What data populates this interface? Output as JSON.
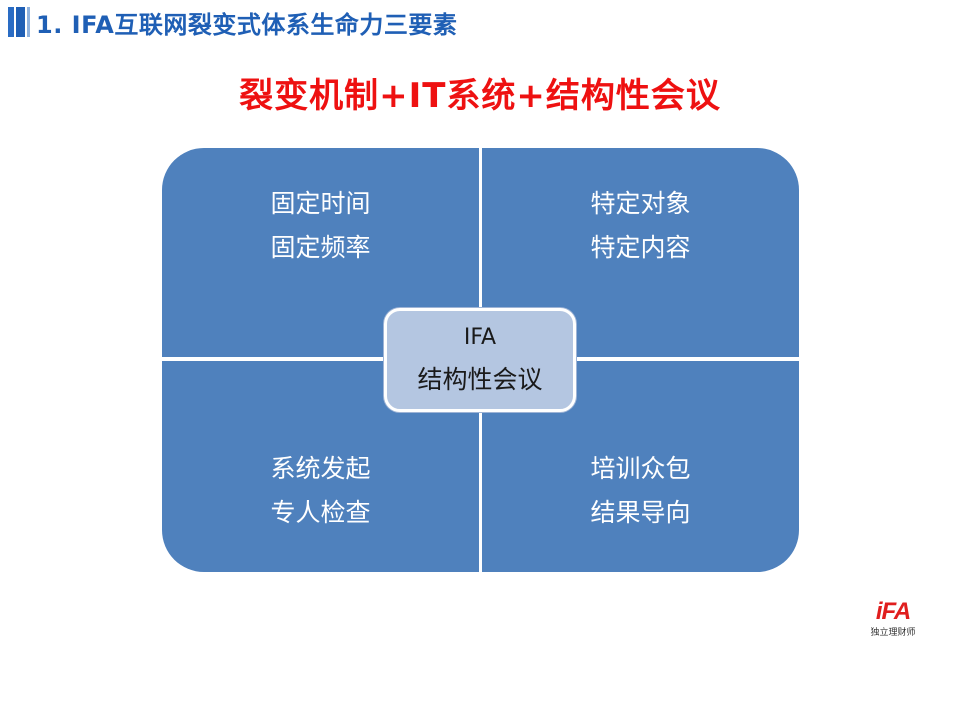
{
  "header": {
    "title": "1. IFA互联网裂变式体系生命力三要素"
  },
  "subtitle": "裂变机制+IT系统+结构性会议",
  "quadrants": {
    "top_left": [
      "固定时间",
      "固定频率"
    ],
    "top_right": [
      "特定对象",
      "特定内容"
    ],
    "bottom_left": [
      "系统发起",
      "专人检查"
    ],
    "bottom_right": [
      "培训众包",
      "结果导向"
    ]
  },
  "center": {
    "line1": "IFA",
    "line2": "结构性会议"
  },
  "logo": {
    "mark": "iFA",
    "caption": "独立理财师"
  },
  "colors": {
    "title": "#1f5fb5",
    "subtitle": "#ee1111",
    "quadrant": "#4f81bd",
    "center": "#b4c6e1"
  }
}
